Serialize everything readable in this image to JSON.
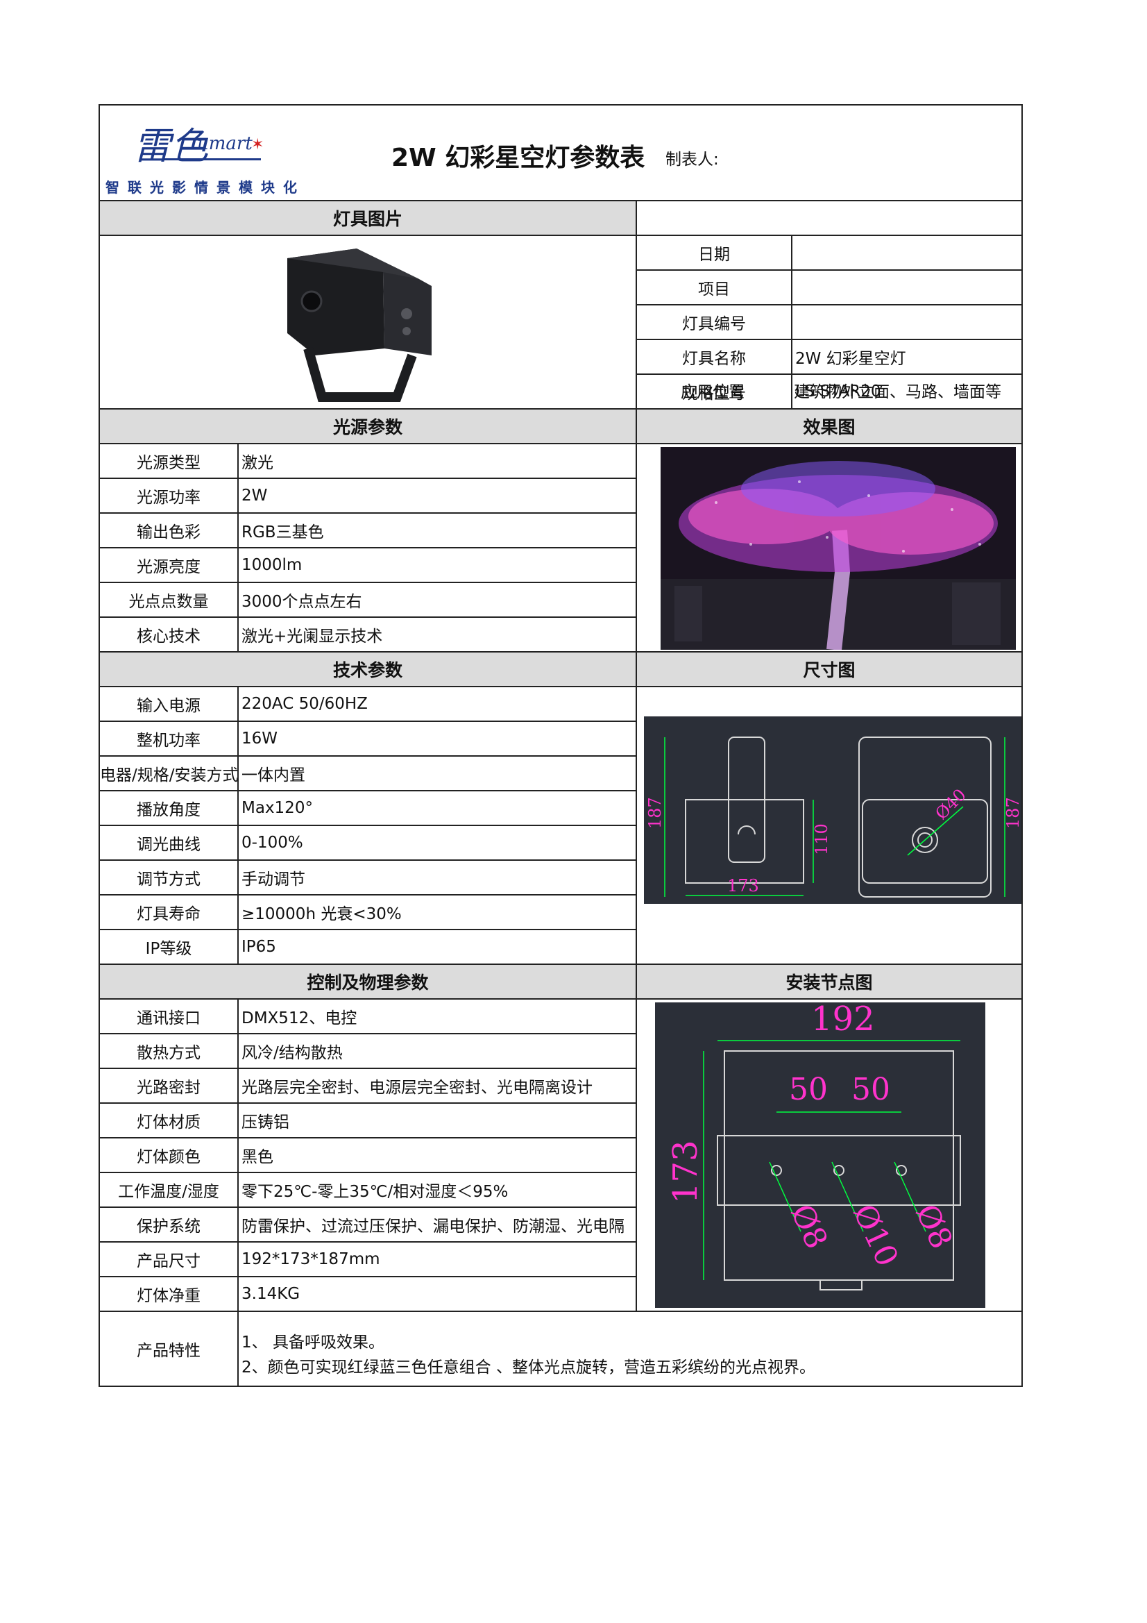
{
  "header": {
    "logo_cn": "雷色",
    "logo_en": "umart",
    "logo_slogan": "智联光影情景模块化",
    "title": "2W 幻彩星空灯参数表",
    "maker_label": "制表人:"
  },
  "sections": {
    "fixture_image": "灯具图片",
    "light_source": "光源参数",
    "effect": "效果图",
    "technical": "技术参数",
    "dimension": "尺寸图",
    "control_physical": "控制及物理参数",
    "install": "安装节点图"
  },
  "info_rows": [
    {
      "label": "日期",
      "value": ""
    },
    {
      "label": "项目",
      "value": ""
    },
    {
      "label": "灯具编号",
      "value": ""
    },
    {
      "label": "灯具名称",
      "value": "2W 幻彩星空灯"
    },
    {
      "label": "规格型号",
      "value": "LS-STAR20"
    },
    {
      "label": "应用位置",
      "value": "建筑物外立面、马路、墙面等"
    }
  ],
  "light_rows": [
    {
      "label": "光源类型",
      "value": "激光"
    },
    {
      "label": "光源功率",
      "value": "2W"
    },
    {
      "label": "输出色彩",
      "value": "RGB三基色"
    },
    {
      "label": "光源亮度",
      "value": "1000lm"
    },
    {
      "label": "光点点数量",
      "value": "3000个点点左右"
    },
    {
      "label": "核心技术",
      "value": "激光+光阑显示技术"
    }
  ],
  "tech_rows": [
    {
      "label": "输入电源",
      "value": "220AC 50/60HZ"
    },
    {
      "label": "整机功率",
      "value": "16W"
    },
    {
      "label": "电器/规格/安装方式",
      "value": "一体内置"
    },
    {
      "label": "播放角度",
      "value": "Max120°"
    },
    {
      "label": "调光曲线",
      "value": "0-100%"
    },
    {
      "label": "调节方式",
      "value": "手动调节"
    },
    {
      "label": "灯具寿命",
      "value": "≥10000h 光衰<30%"
    },
    {
      "label": "IP等级",
      "value": "IP65"
    }
  ],
  "control_rows": [
    {
      "label": "通讯接口",
      "value": "DMX512、电控"
    },
    {
      "label": "散热方式",
      "value": "风冷/结构散热"
    },
    {
      "label": "光路密封",
      "value": "光路层完全密封、电源层完全密封、光电隔离设计"
    },
    {
      "label": "灯体材质",
      "value": "压铸铝"
    },
    {
      "label": "灯体颜色",
      "value": "黑色"
    },
    {
      "label": "工作温度/湿度",
      "value": "零下25℃-零上35℃/相对湿度＜95%"
    },
    {
      "label": "保护系统",
      "value": "防雷保护、过流过压保护、漏电保护、防潮湿、光电隔"
    },
    {
      "label": "产品尺寸",
      "value": "192*173*187mm"
    },
    {
      "label": "灯体净重",
      "value": "3.14KG"
    }
  ],
  "features": {
    "label": "产品特性",
    "lines": [
      "1、 具备呼吸效果。",
      "2、颜色可实现红绿蓝三色任意组合 、整体光点旋转，营造五彩缤纷的光点视界。"
    ]
  },
  "dimension_drawing": {
    "height_left": "187",
    "body_height": "110",
    "width": "173",
    "lens_dia": "Ø40",
    "height_right": "187"
  },
  "install_drawing": {
    "width": "192",
    "gap_left": "50",
    "gap_right": "50",
    "height": "173",
    "hole_left": "Ø8",
    "hole_mid": "Ø10",
    "hole_right": "Ø8"
  },
  "colors": {
    "section_bg": "#dcdcdc",
    "cad_bg": "#2b2f38",
    "cad_dim": "#00ff40",
    "cad_text": "#ff33cc",
    "logo": "#1e3a8a"
  }
}
